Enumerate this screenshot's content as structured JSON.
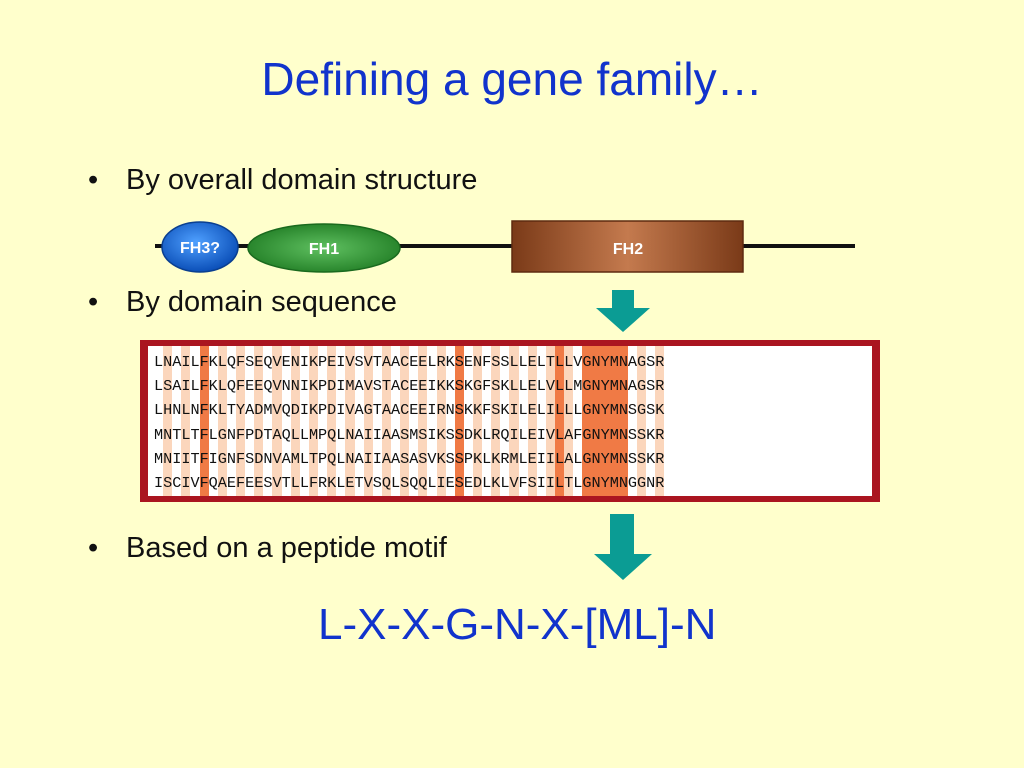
{
  "title": "Defining a gene family…",
  "bullets": [
    {
      "mark": "•",
      "text": "By overall domain structure"
    },
    {
      "mark": "•",
      "text": "By domain sequence"
    },
    {
      "mark": "•",
      "text": "Based on a peptide motif"
    }
  ],
  "domains": {
    "fh3": "FH3?",
    "fh1": "FH1",
    "fh2": "FH2"
  },
  "alignment": [
    "LNAILFKLQFSEQVENIKPEIVSVTAACEELRKSENFSSLLELTLLVGNYMNAGSR",
    "LSAILFKLQFEEQVNNIKPDIMAVSTACEEIKKSKGFSKLLELVLLMGNYMNAGSR",
    "LHNLNFKLTYADMVQDIKPDIVAGTAACEEIRNSKKFSKILELILLLGNYMNSGSK",
    "MNTLTFLGNFPDTAQLLMPQLNAIIAASMSIKSSDKLRQILEIVLAFGNYMNSSKR",
    "MNIITFIGNFSDNVAMLTPQLNAIIAASASVKSSPKLKRMLEIILALGNYMNSSKR",
    "ISCIVFQAEFEESVTLLFRKLETVSQLSQQLIESEDLKLVFSIILTLGNYMNGGNR"
  ],
  "motif": "L-X-X-G-N-X-[ML]-N",
  "colors": {
    "title": "#1133CC",
    "background": "#FFFFCC",
    "alignment_border": "#AA1520",
    "highlight_orange": "#F07A45",
    "highlight_light": "#FBD6BC",
    "arrow": "#0B9C94",
    "fh3": "#1E6FD8",
    "fh1": "#2E8F30",
    "fh2": "#8A4A25"
  }
}
